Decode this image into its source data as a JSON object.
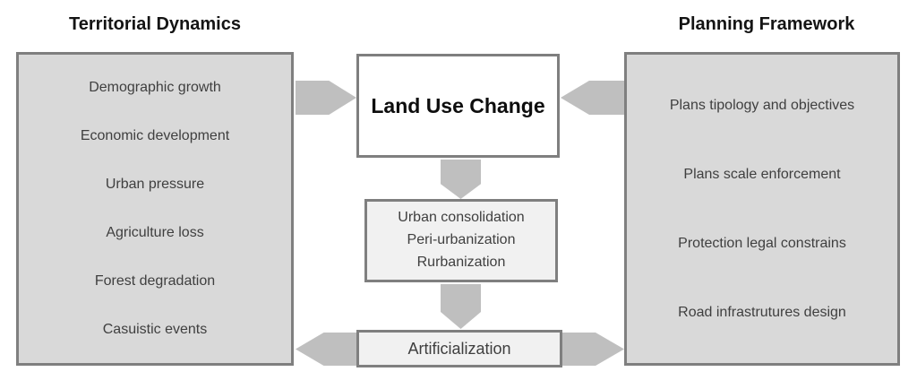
{
  "diagram": {
    "left_panel": {
      "title": "Territorial Dynamics",
      "items": [
        "Demographic growth",
        "Economic development",
        "Urban pressure",
        "Agriculture loss",
        "Forest degradation",
        "Casuistic events"
      ]
    },
    "right_panel": {
      "title": "Planning Framework",
      "items": [
        "Plans tipology and objectives",
        "Plans scale enforcement",
        "Protection legal constrains",
        "Road infrastrutures design"
      ]
    },
    "center": {
      "land_use_change": "Land Use Change",
      "processes": [
        "Urban consolidation",
        "Peri-urbanization",
        "Rurbanization"
      ],
      "artificialization": "Artificialization"
    },
    "colors": {
      "panel_fill": "#d9d9d9",
      "panel_border": "#7f7f7f",
      "small_box_fill": "#f1f1f1",
      "luc_box_fill": "#ffffff",
      "arrow": "#bfbfbf",
      "item_text": "#3f3f3f",
      "heading_text": "#141414"
    }
  }
}
